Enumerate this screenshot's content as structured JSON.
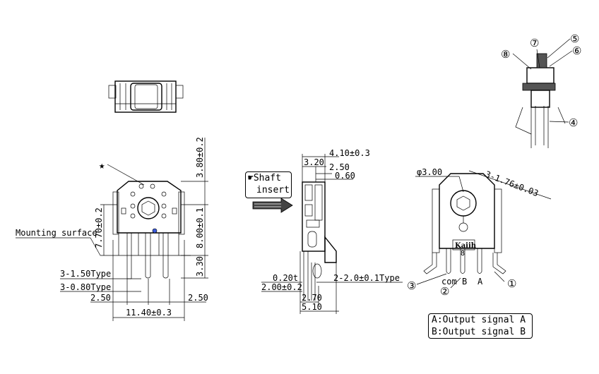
{
  "labels": {
    "mounting_surface": "Mounting surface",
    "star": "★",
    "shaft_line1": "Shaft",
    "shaft_line2": "insert",
    "shaft_glyph": "☛",
    "kaiih": "Kaiih",
    "kaiih_num": "8"
  },
  "dims": {
    "d380": "3.80±0.2",
    "d770": "7.70±0.2",
    "d800": "8.00±0.1",
    "d330": "3.30",
    "d3150": "3-1.50Type",
    "d3080": "3-0.80Type",
    "d250a": "2.50",
    "d250b": "2.50",
    "d1140": "11.40±0.3",
    "d410": "4.10±0.3",
    "d320": "3.20",
    "d250c": "2.50",
    "d060": "0.60",
    "d020t": "0.20t",
    "d200": "2.00±0.2",
    "d2type": "2-2.0±0.1Type",
    "d270": "2.70",
    "d510": "5.10",
    "d300": "φ3.00",
    "d3176": "3-1.76±0.03"
  },
  "pins": {
    "com": "com",
    "b": "B",
    "a": "A"
  },
  "callouts": [
    "①",
    "②",
    "③",
    "④",
    "⑤",
    "⑥",
    "⑦",
    "⑧"
  ],
  "legend": {
    "line1": "A:Output signal A",
    "line2": "B:Output signal B"
  }
}
